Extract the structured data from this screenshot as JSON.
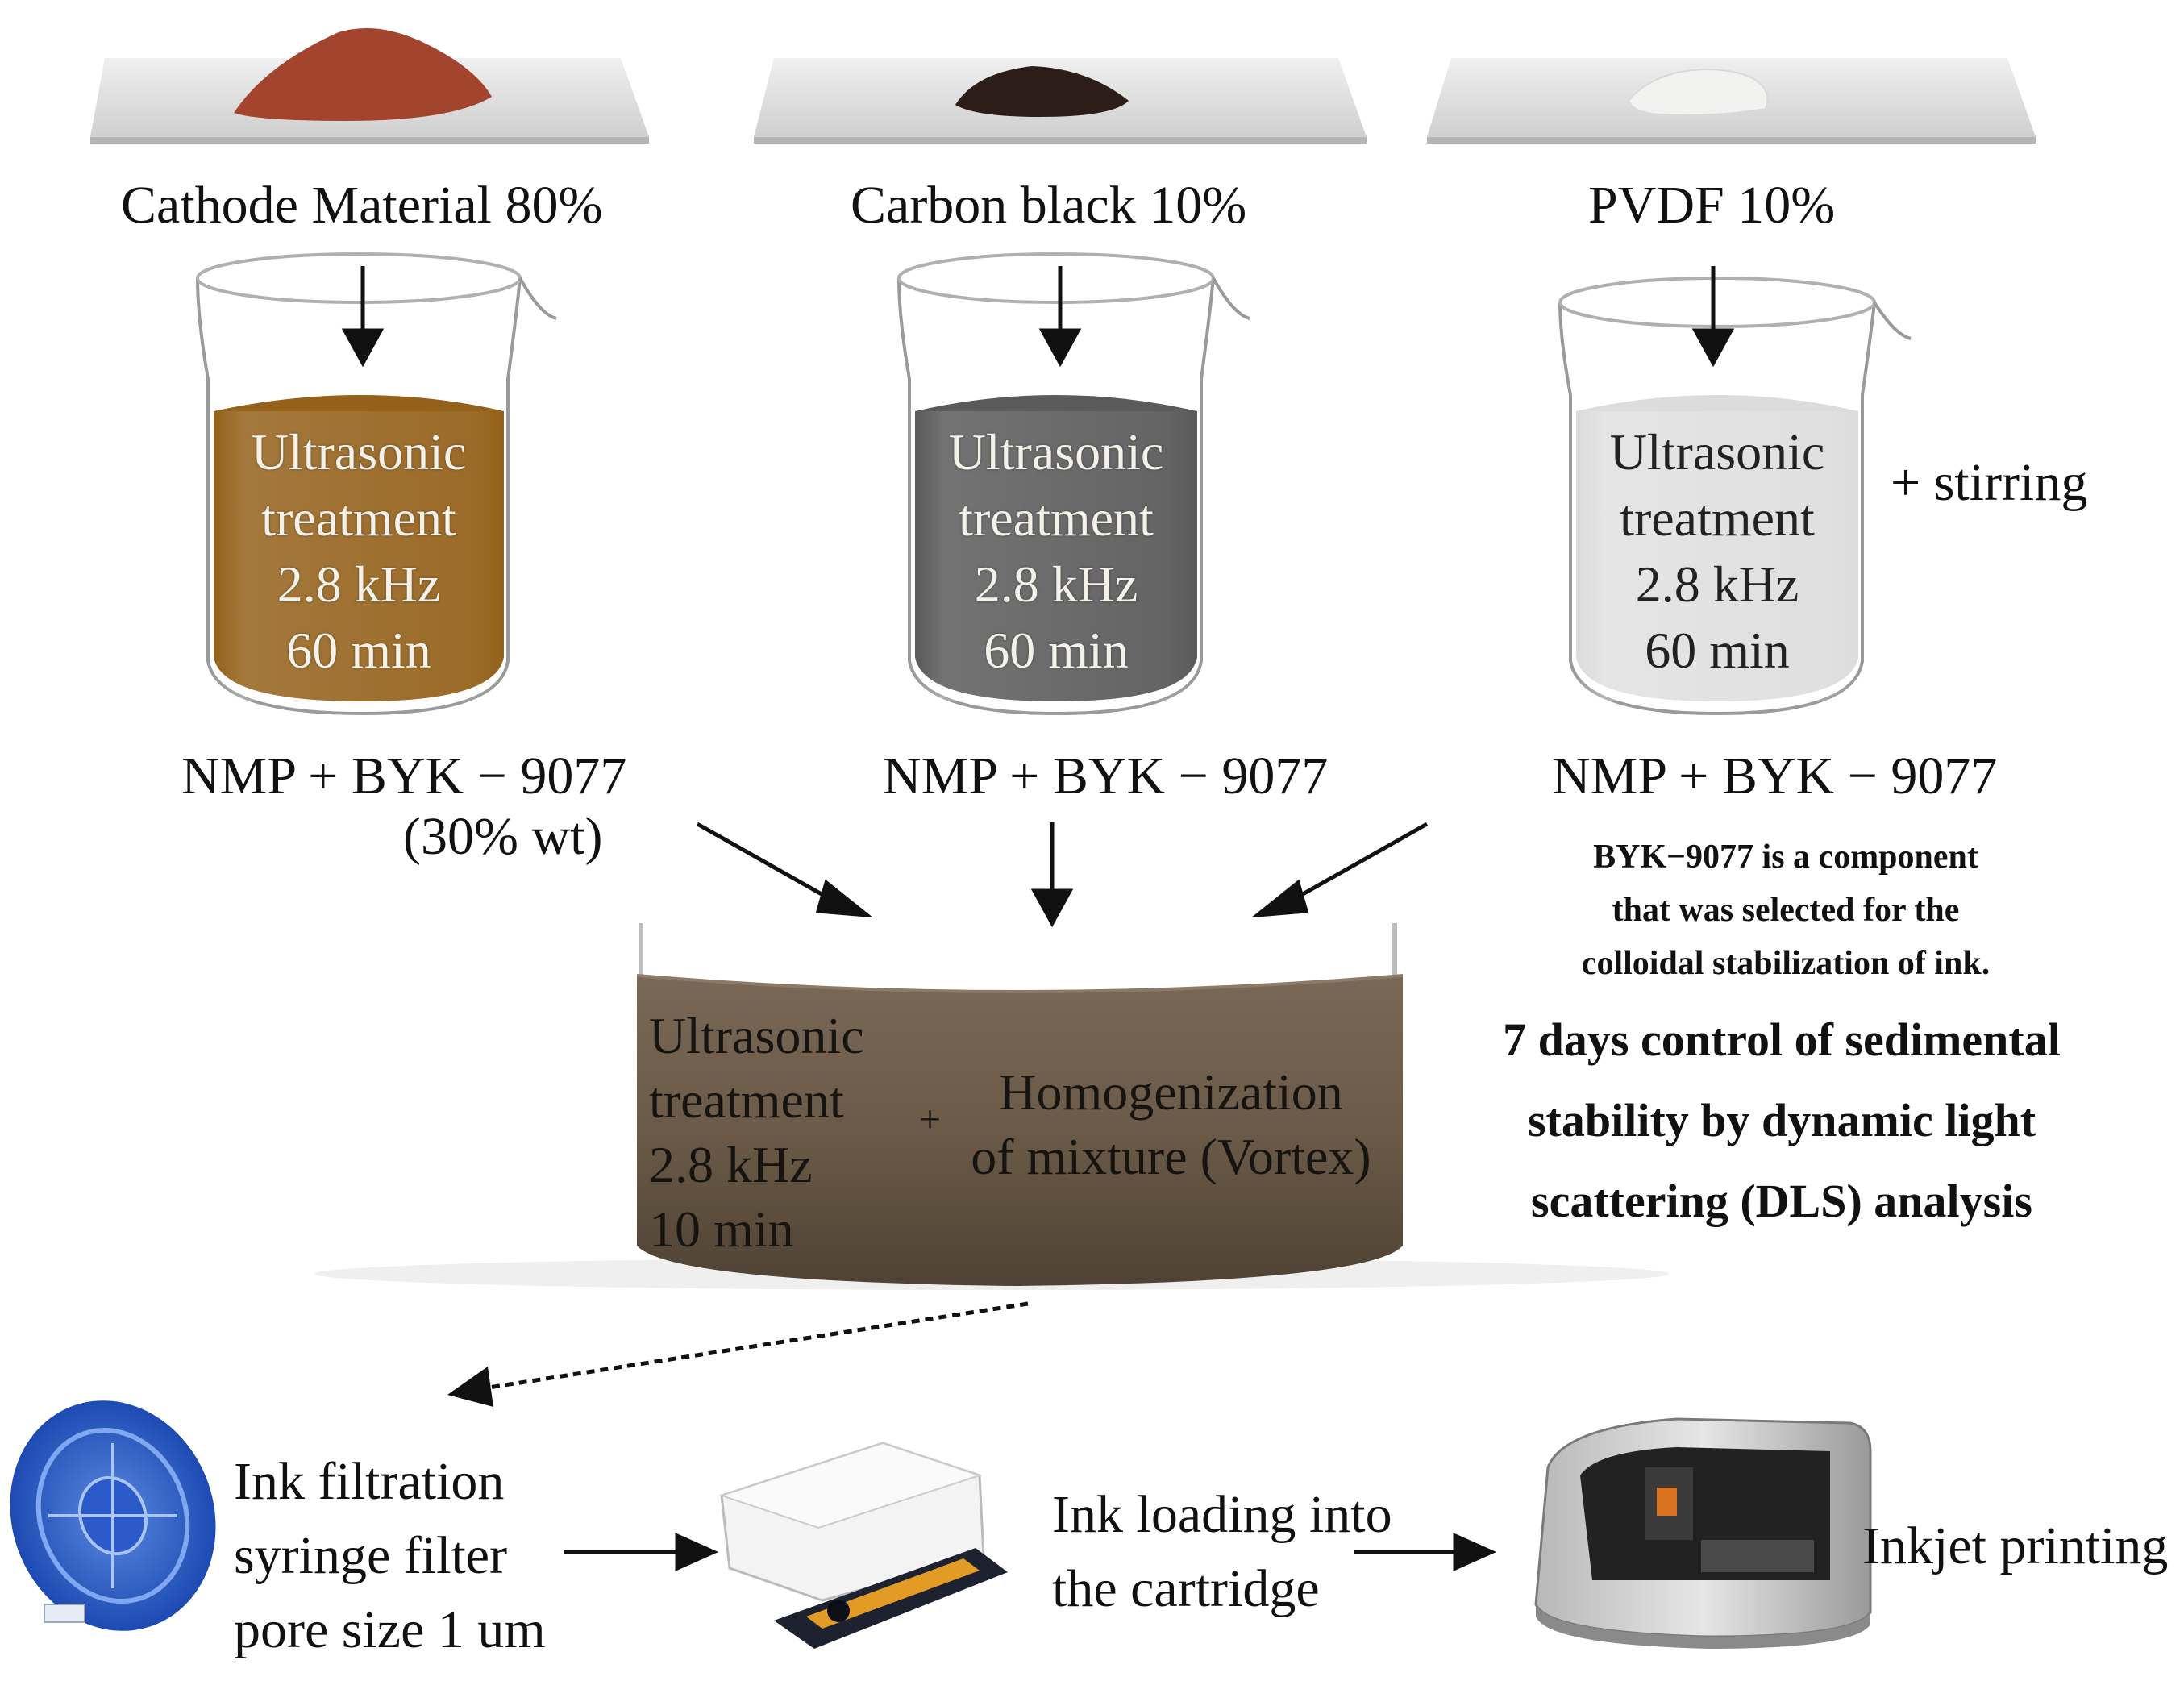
{
  "materials": [
    {
      "label": "Cathode Material 80%",
      "color": "#a3452e"
    },
    {
      "label": "Carbon black 10%",
      "color": "#2d1d18"
    },
    {
      "label": "PVDF  10%",
      "color": "#f2f2f0"
    }
  ],
  "beakers": [
    {
      "line1": "Ultrasonic",
      "line2": "treatment",
      "line3": "2.8 kHz",
      "line4": "60 min",
      "color": "#94611a"
    },
    {
      "line1": "Ultrasonic",
      "line2": "treatment",
      "line3": "2.8 kHz",
      "line4": "60 min",
      "color": "#5a5a5a"
    },
    {
      "line1": "Ultrasonic",
      "line2": "treatment",
      "line3": "2.8 kHz",
      "line4": "60 min",
      "color": "#dcdcdc"
    }
  ],
  "stirring": "+ stirring",
  "solvents": [
    {
      "label": "NMP + BYK − 9077",
      "sub": "(30% wt)"
    },
    {
      "label": "NMP + BYK − 9077"
    },
    {
      "label": "NMP + BYK − 9077"
    }
  ],
  "byk_note": {
    "line1": "BYK−9077 is a component",
    "line2": "that was selected for the",
    "line3": "colloidal stabilization of ink."
  },
  "dls_note": {
    "line1": "7 days control of sedimental",
    "line2": "stability by dynamic light",
    "line3": "scattering (DLS) analysis"
  },
  "mixing": {
    "line1": "Ultrasonic",
    "line2": "treatment",
    "line3": "2.8 kHz",
    "line4": "10 min",
    "plus": "+",
    "homog1": "Homogenization",
    "homog2": "of mixture (Vortex)",
    "color": "#6b5a47"
  },
  "steps": {
    "filtration1": "Ink filtration",
    "filtration2": "syringe filter",
    "filtration3": "pore size 1 um",
    "loading1": "Ink loading into",
    "loading2": "the cartridge",
    "printing": "Inkjet printing"
  }
}
